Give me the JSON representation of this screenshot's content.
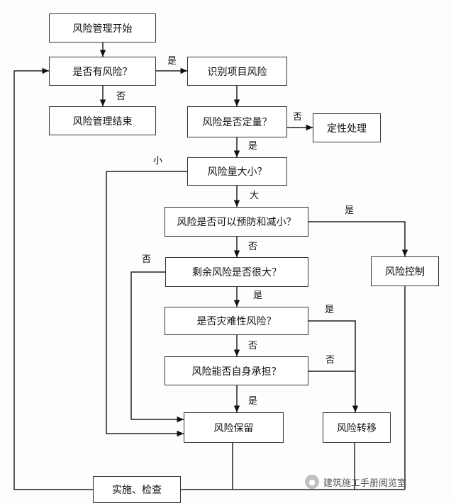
{
  "nodes": {
    "start": "风险管理开始",
    "has_risk": "是否有风险？",
    "end": "风险管理结束",
    "identify": "识别项目风险",
    "quantify": "风险是否定量？",
    "qualitative": "定性处理",
    "size": "风险量大小？",
    "prevent": "风险是否可以预防和减小？",
    "control": "风险控制",
    "residual": "剩余风险是否很大？",
    "disaster": "是否灾难性风险？",
    "self_bear": "风险能否自身承担？",
    "retain": "风险保留",
    "transfer": "风险转移",
    "implement": "实施、检查"
  },
  "labels": {
    "yes": "是",
    "no": "否",
    "small": "小",
    "large": "大"
  },
  "watermark": {
    "text": "建筑施工手册阅览室",
    "icon": "wechat-icon"
  }
}
